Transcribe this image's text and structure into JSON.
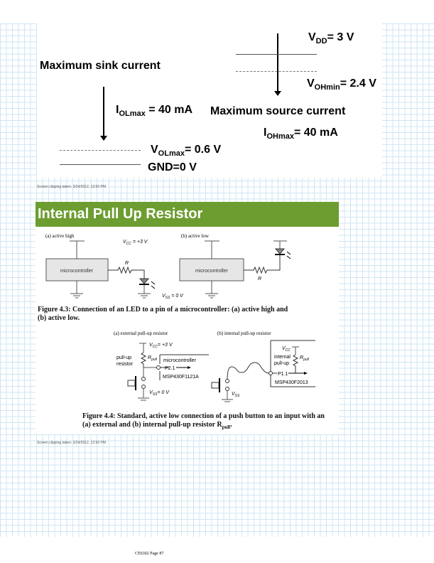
{
  "slide1": {
    "sink_title": "Maximum sink current",
    "source_title": "Maximum source current",
    "iol": {
      "main": "I",
      "sub": "OLmax",
      "value": " = 40 mA"
    },
    "ioh": {
      "main": "I",
      "sub": "OHmax",
      "value": "= 40 mA"
    },
    "vdd": {
      "main": "V",
      "sub": "DD",
      "value": "= 3 V"
    },
    "voh": {
      "main": "V",
      "sub": "OHmin",
      "value": "= 2.4 V"
    },
    "vol": {
      "main": "V",
      "sub": "OLmax",
      "value": "= 0.6 V"
    },
    "gnd": "GND=0 V"
  },
  "clip_note_1": "Screen clipping taken: 3/24/2012, 12:50 PM",
  "slide2": {
    "title": "Internal Pull Up Resistor",
    "fig43": {
      "a_label": "(a) active high",
      "b_label": "(b) active low",
      "vcc": "V",
      "vcc_sub": "CC",
      "vcc_value": " = +3 V",
      "vss": "V",
      "vss_sub": "SS",
      "vss_value": " = 0 V",
      "mcu": "microcontroller",
      "r": "R",
      "caption_line1": "Figure 4.3:  Connection of an LED to a pin of a microcontroller: (a) active high and",
      "caption_line2": "(b) active low."
    },
    "fig44": {
      "a_label": "(a) external pull-up resistor",
      "b_label": "(b) internal pull-up resistor",
      "vcc_a": "= +3 V",
      "pullup_line1": "pull-up",
      "pullup_line2": "resistor",
      "rpull": "R",
      "rpull_sub": "pull",
      "mcu": "microcontroller",
      "pin_a": "P2.1",
      "chip_a": "MSP430F1121A",
      "vss_a": "= 0 V",
      "internal_line1": "internal",
      "internal_line2": "pull-up",
      "pin_b": "P1.1",
      "chip_b": "MSP430F2013",
      "caption_line1": "Figure 4.4:  Standard, active low connection of a push button to an input with an",
      "caption_line2": "(a) external and (b) internal pull-up resistor R",
      "caption_sub": "pull",
      "caption_end": "."
    }
  },
  "clip_note_2": "Screen clipping taken: 3/24/2012, 12:50 PM",
  "footer": "CE6302 Page 87"
}
